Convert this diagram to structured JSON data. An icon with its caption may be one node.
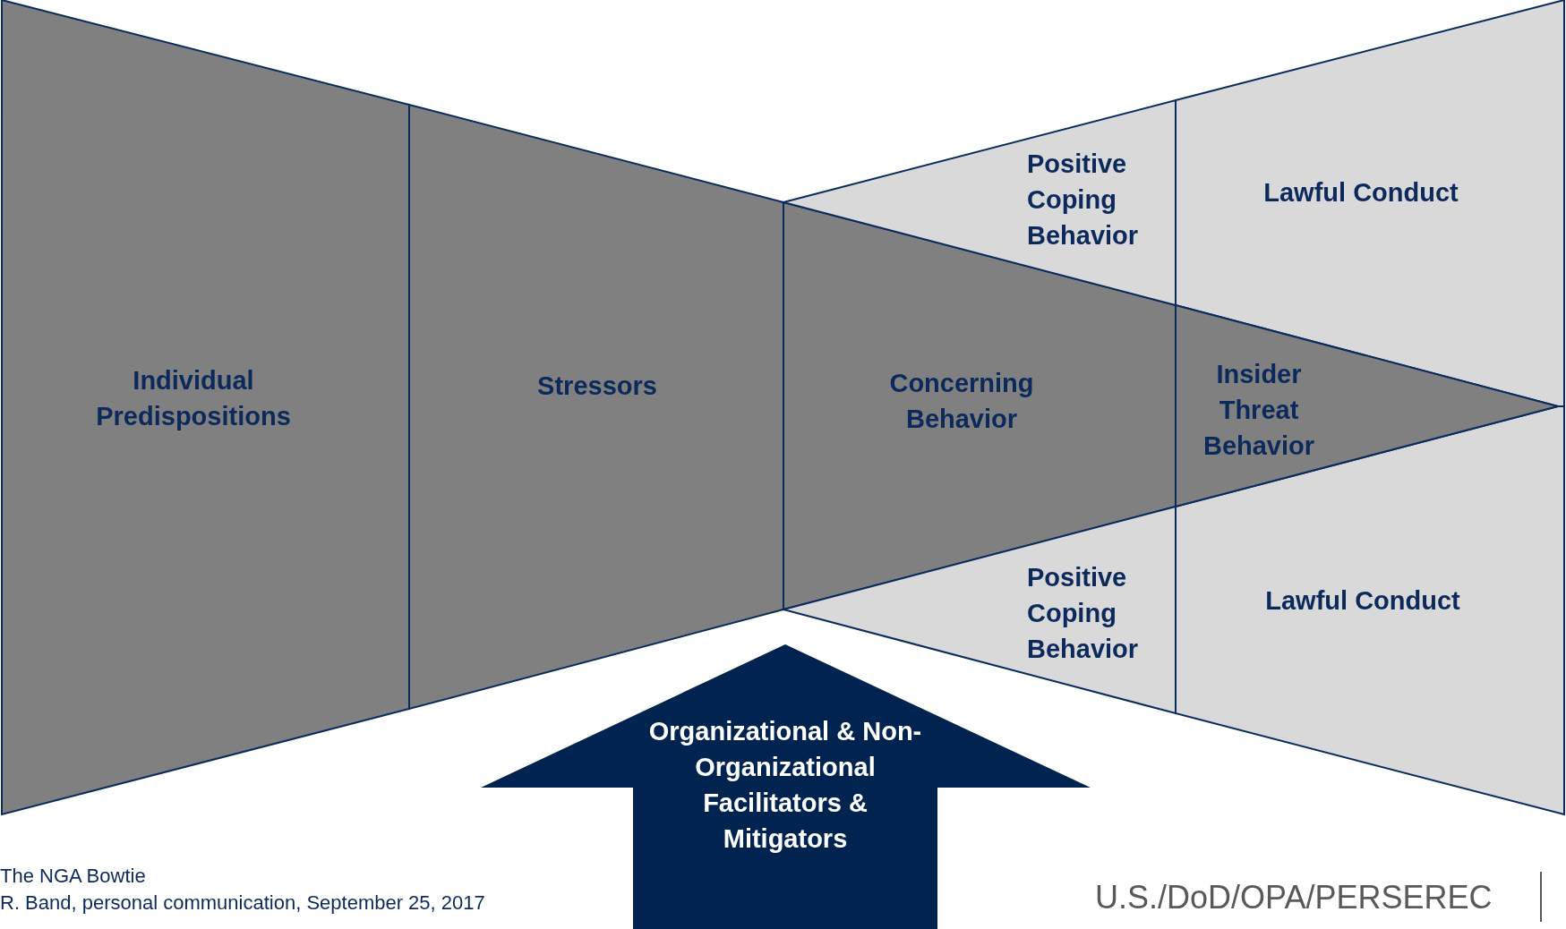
{
  "diagram": {
    "nodes": [
      {
        "text": [
          "Individual Predispositions"
        ]
      },
      {
        "text": [
          "Stressors"
        ]
      },
      {
        "text": [
          "Concerning Behavior"
        ]
      },
      {
        "text": [
          "Positive Coping Behavior"
        ]
      },
      {
        "text": [
          "Lawful Conduct"
        ]
      },
      {
        "text": [
          "Insider Threat Behavior"
        ]
      },
      {
        "text": [
          "Positive Coping Behavior"
        ]
      },
      {
        "text": [
          "Lawful Conduct"
        ]
      },
      {
        "text": [
          "Organizational & Non-Organizational Facilitators & Mitigators"
        ]
      }
    ],
    "labels": [
      "The NGA Bowtie",
      "R. Band, personal communication, September 25, 2017",
      "U.S./DoD/OPA/PERSEREC"
    ]
  }
}
